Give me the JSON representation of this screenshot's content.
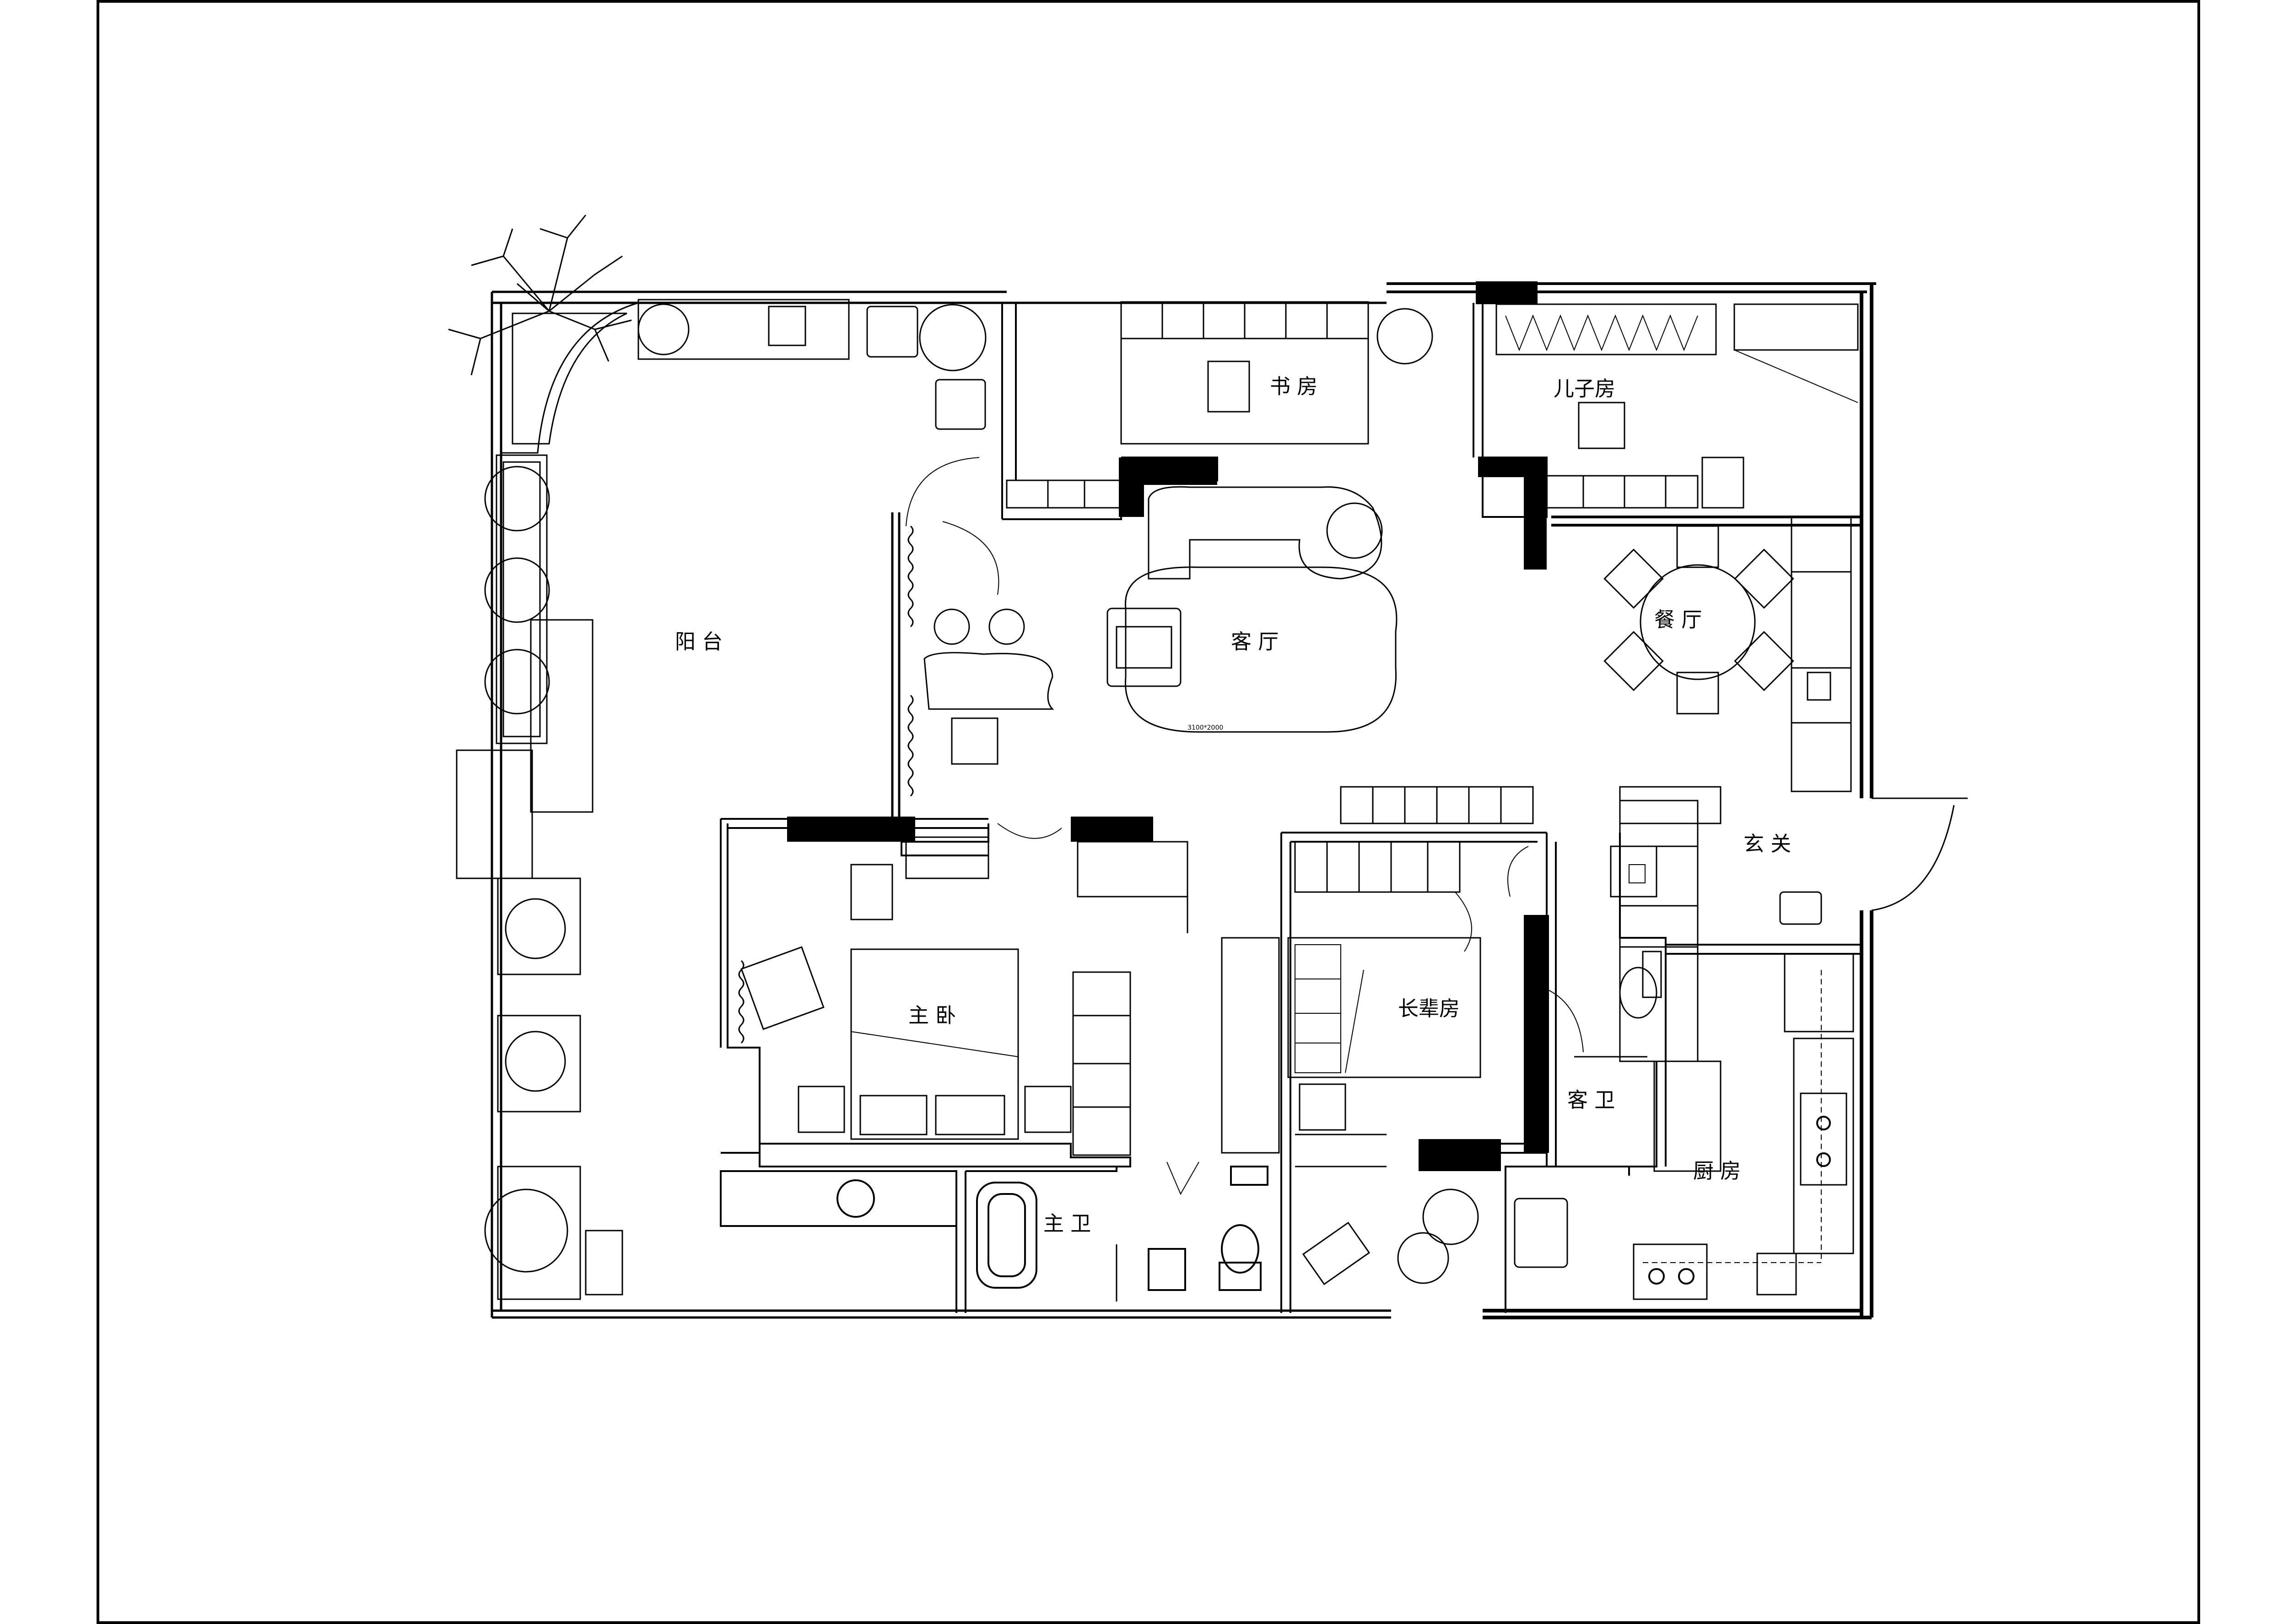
{
  "rooms": {
    "balcony": "阳 台",
    "study": "书 房",
    "son_room": "儿子房",
    "living": "客 厅",
    "dining": "餐 厅",
    "foyer": "玄 关",
    "master_bedroom": "主 卧",
    "elder_room": "长辈房",
    "guest_bath": "客 卫",
    "kitchen": "厨 房",
    "master_bath": "主 卫"
  },
  "annotations": {
    "rug_size": "3100*2000"
  },
  "colors": {
    "line": "#000000",
    "background": "#ffffff"
  }
}
